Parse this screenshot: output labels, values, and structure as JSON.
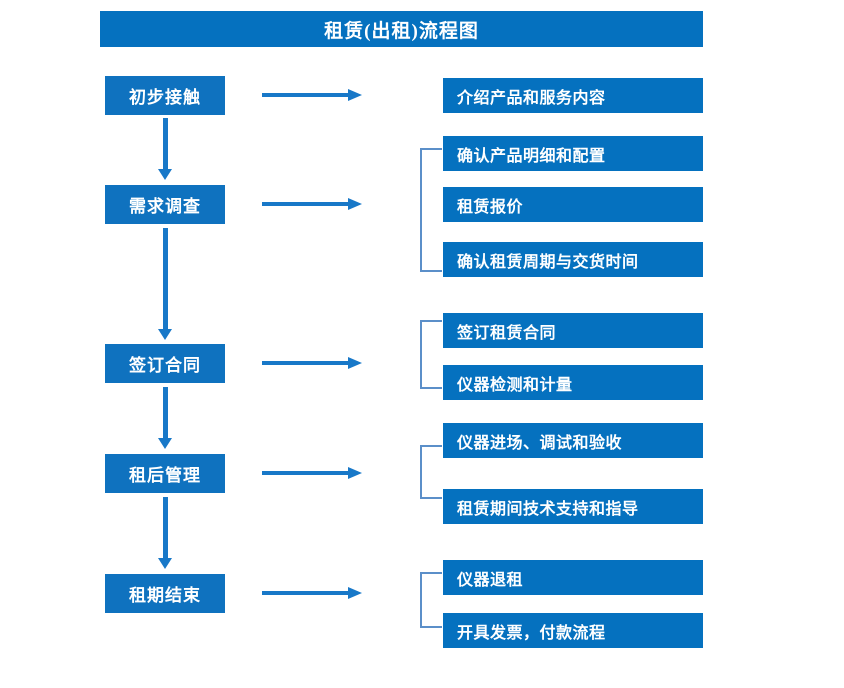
{
  "diagram": {
    "title": "租赁(出租)流程图",
    "colors": {
      "title_bg": "#0571bf",
      "stage_bg": "#0f72bf",
      "detail_bg": "#0571bf",
      "arrow": "#1878c8",
      "bracket": "#5b8fc9",
      "text": "#ffffff",
      "page_bg": "#ffffff"
    },
    "stages": [
      {
        "label": "初步接触",
        "details": [
          "介绍产品和服务内容"
        ],
        "bracketed": false
      },
      {
        "label": "需求调查",
        "details": [
          "确认产品明细和配置",
          "租赁报价",
          "确认租赁周期与交货时间"
        ],
        "bracketed": true
      },
      {
        "label": "签订合同",
        "details": [
          "签订租赁合同",
          "仪器检测和计量"
        ],
        "bracketed": true
      },
      {
        "label": "租后管理",
        "details": [
          "仪器进场、调试和验收",
          "租赁期间技术支持和指导"
        ],
        "bracketed": true
      },
      {
        "label": "租期结束",
        "details": [
          "仪器退租",
          "开具发票，付款流程"
        ],
        "bracketed": true
      }
    ],
    "connector_arrows": {
      "horizontal_count": 5,
      "vertical_count": 4,
      "direction": "down-and-right"
    }
  }
}
